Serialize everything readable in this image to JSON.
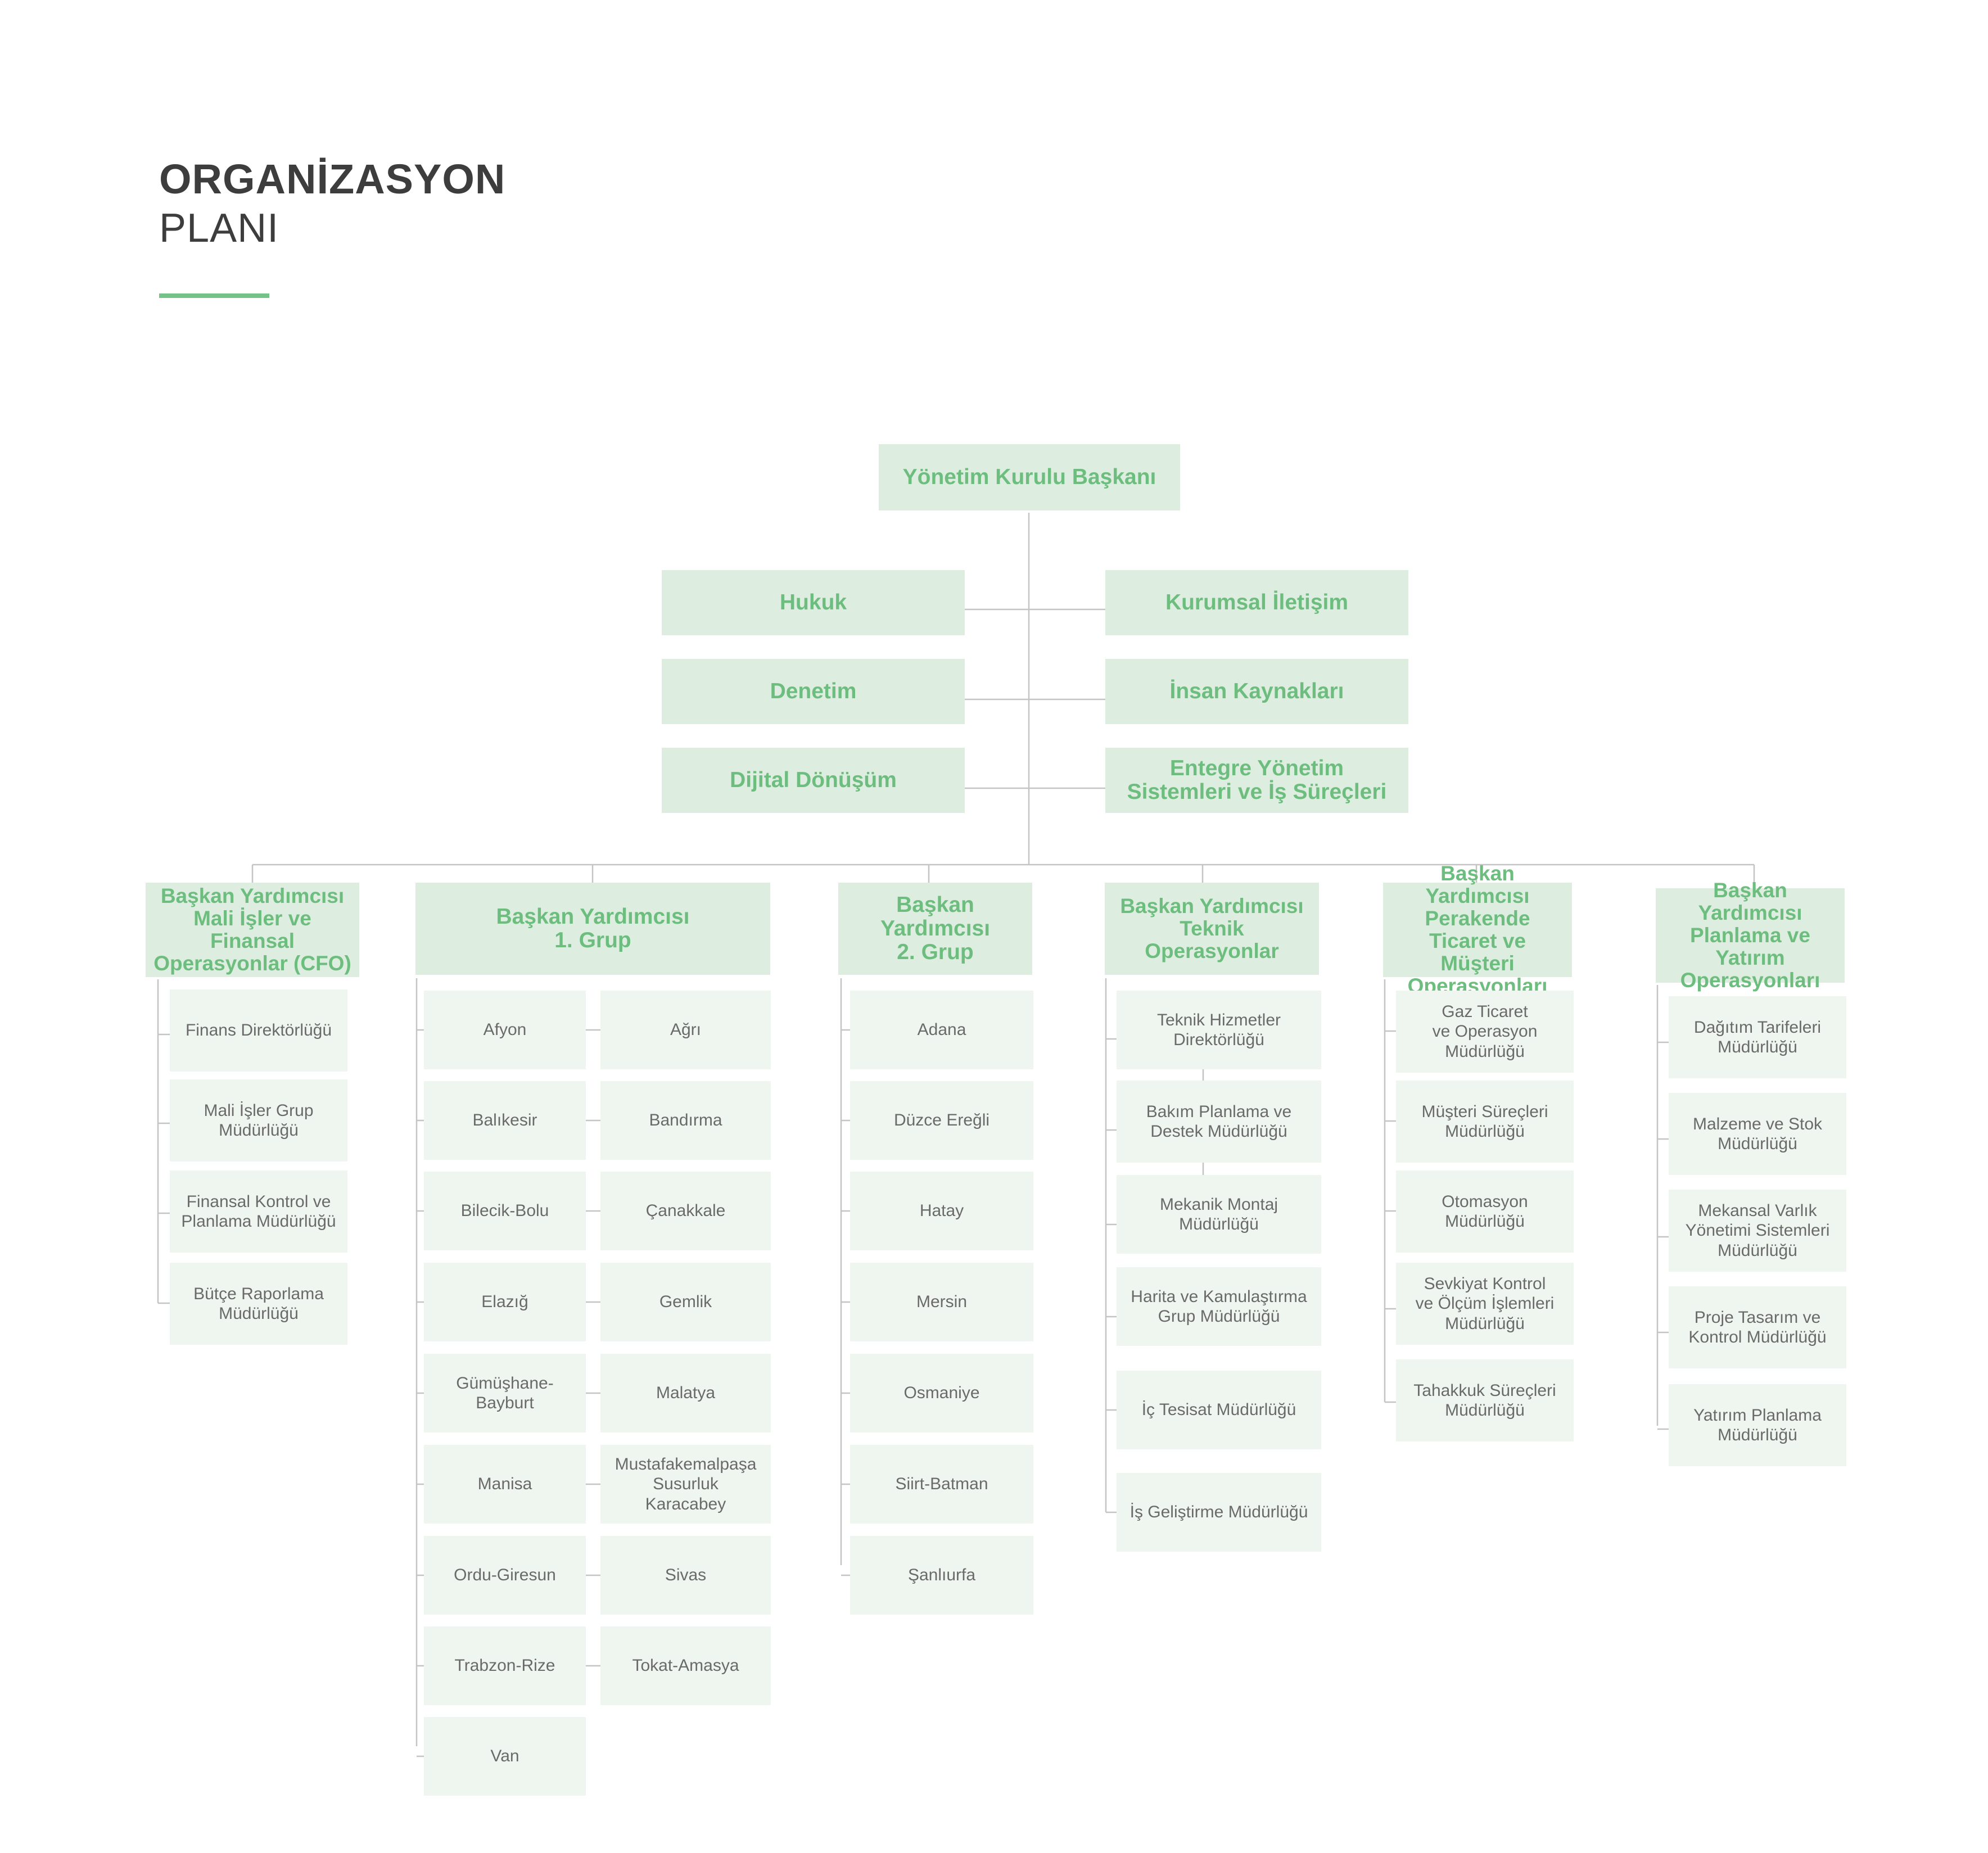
{
  "header": {
    "title_bold": "ORGANİZASYON",
    "title_light": "PLANI"
  },
  "colors": {
    "accent": "#74c285",
    "head_fill": "#ddeee0",
    "sub_fill": "#eef6ef",
    "head_text": "#6dbd7f",
    "sub_text": "#6a6a6a",
    "connector": "#c4c4c4"
  },
  "chart": {
    "root": "Yönetim Kurulu Başkanı",
    "staff_left": [
      "Hukuk",
      "Denetim",
      "Dijital Dönüşüm"
    ],
    "staff_right": [
      "Kurumsal İletişim",
      "İnsan Kaynakları",
      "Entegre Yönetim\nSistemleri ve İş Süreçleri"
    ],
    "divisions": [
      {
        "title": "Başkan Yardımcısı\nMali İşler ve Finansal\nOperasyonlar (CFO)",
        "units": [
          "Finans Direktörlüğü",
          "Mali İşler Grup\nMüdürlüğü",
          "Finansal Kontrol ve\nPlanlama Müdürlüğü",
          "Bütçe Raporlama\nMüdürlüğü"
        ]
      },
      {
        "title": "Başkan Yardımcısı\n1. Grup",
        "units_left": [
          "Afyon",
          "Balıkesir",
          "Bilecik-Bolu",
          "Elazığ",
          "Gümüşhane-\nBayburt",
          "Manisa",
          "Ordu-Giresun",
          "Trabzon-Rize",
          "Van"
        ],
        "units_right": [
          "Ağrı",
          "Bandırma",
          "Çanakkale",
          "Gemlik",
          "Malatya",
          "Mustafakemalpaşa\nSusurluk\nKaracabey",
          "Sivas",
          "Tokat-Amasya"
        ]
      },
      {
        "title": "Başkan Yardımcısı\n2. Grup",
        "units": [
          "Adana",
          "Düzce Ereğli",
          "Hatay",
          "Mersin",
          "Osmaniye",
          "Siirt-Batman",
          "Şanlıurfa"
        ]
      },
      {
        "title": "Başkan Yardımcısı\nTeknik Operasyonlar",
        "units": [
          "Teknik Hizmetler\nDirektörlüğü",
          "Bakım Planlama ve\nDestek Müdürlüğü",
          "Mekanik Montaj\nMüdürlüğü",
          "Harita ve Kamulaştırma\nGrup Müdürlüğü",
          "İç Tesisat Müdürlüğü",
          "İş Geliştirme Müdürlüğü"
        ]
      },
      {
        "title": "Başkan Yardımcısı\nPerakende\nTicaret ve Müşteri\nOperasyonları",
        "units": [
          "Gaz Ticaret\nve Operasyon\nMüdürlüğü",
          "Müşteri Süreçleri\nMüdürlüğü",
          "Otomasyon\nMüdürlüğü",
          "Sevkiyat Kontrol\nve Ölçüm İşlemleri\nMüdürlüğü",
          "Tahakkuk Süreçleri\nMüdürlüğü"
        ]
      },
      {
        "title": "Başkan Yardımcısı\nPlanlama ve\nYatırım\nOperasyonları",
        "units": [
          "Dağıtım Tarifeleri\nMüdürlüğü",
          "Malzeme ve Stok\nMüdürlüğü",
          "Mekansal Varlık\nYönetimi Sistemleri\nMüdürlüğü",
          "Proje Tasarım ve\nKontrol Müdürlüğü",
          "Yatırım Planlama\nMüdürlüğü"
        ]
      }
    ]
  }
}
